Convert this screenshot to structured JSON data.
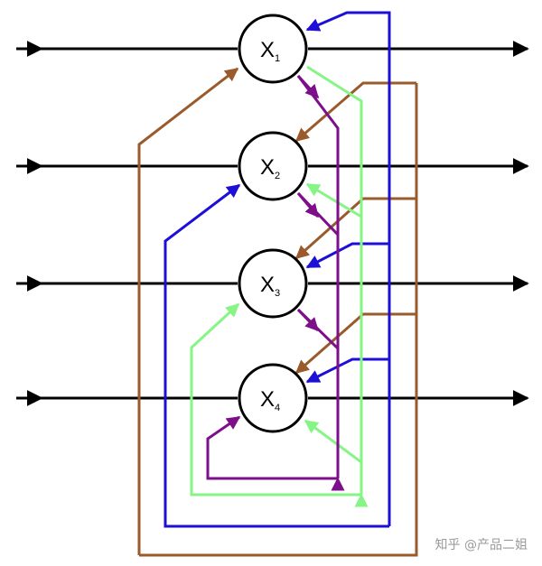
{
  "nodes": [
    {
      "id": "x1",
      "label": "X",
      "sub": "1"
    },
    {
      "id": "x2",
      "label": "X",
      "sub": "2"
    },
    {
      "id": "x3",
      "label": "X",
      "sub": "3"
    },
    {
      "id": "x4",
      "label": "X",
      "sub": "4"
    }
  ],
  "colors": {
    "input_output": "#000000",
    "blue": "#1d0fd6",
    "green": "#86f586",
    "purple": "#7d0f8a",
    "brown": "#9a5a2b"
  },
  "watermark": "知乎 @产品二姐"
}
